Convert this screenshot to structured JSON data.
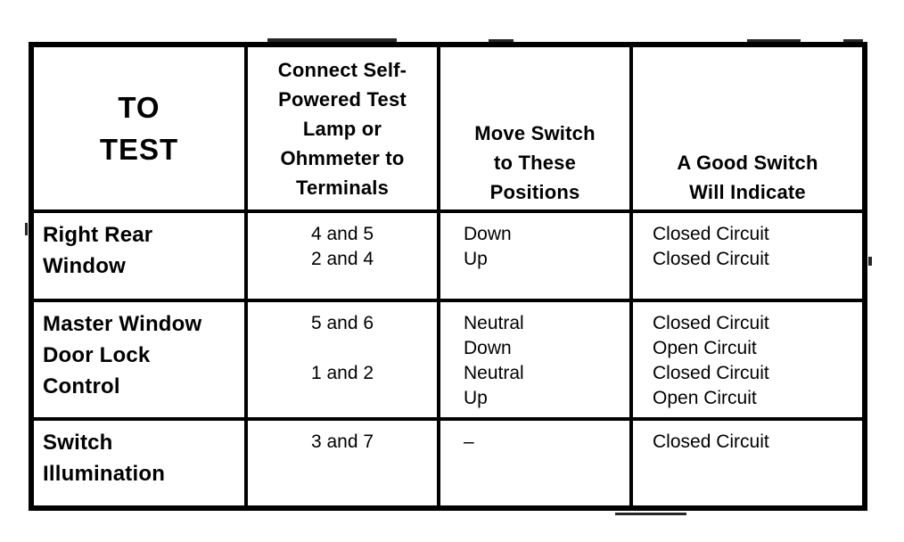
{
  "table": {
    "title_semantic": "switch-test-table",
    "header": {
      "to_test": [
        "TO",
        "TEST"
      ],
      "terminals": [
        "Connect Self-",
        "Powered Test",
        "Lamp or",
        "Ohmmeter to",
        "Terminals"
      ],
      "positions": [
        "Move Switch",
        "to These",
        "Positions"
      ],
      "indication": [
        "A Good Switch",
        "Will Indicate"
      ]
    },
    "rows": [
      {
        "to_test": [
          "Right Rear",
          "Window"
        ],
        "terminals": [
          "4 and 5",
          "2 and 4"
        ],
        "positions": [
          "Down",
          "Up"
        ],
        "indication": [
          "Closed Circuit",
          "Closed Circuit"
        ]
      },
      {
        "to_test": [
          "Master Window",
          "Door Lock",
          "Control"
        ],
        "terminals": [
          "5 and 6",
          "",
          "1 and 2"
        ],
        "positions": [
          "Neutral",
          "Down",
          "Neutral",
          "Up"
        ],
        "indication": [
          "Closed Circuit",
          "Open Circuit",
          "Closed Circuit",
          "Open Circuit"
        ]
      },
      {
        "to_test": [
          "Switch",
          "Illumination"
        ],
        "terminals": [
          "3 and 7"
        ],
        "positions": [
          "–"
        ],
        "indication": [
          "Closed Circuit"
        ]
      }
    ],
    "colors": {
      "ink": "#000000",
      "paper": "#ffffff"
    }
  }
}
